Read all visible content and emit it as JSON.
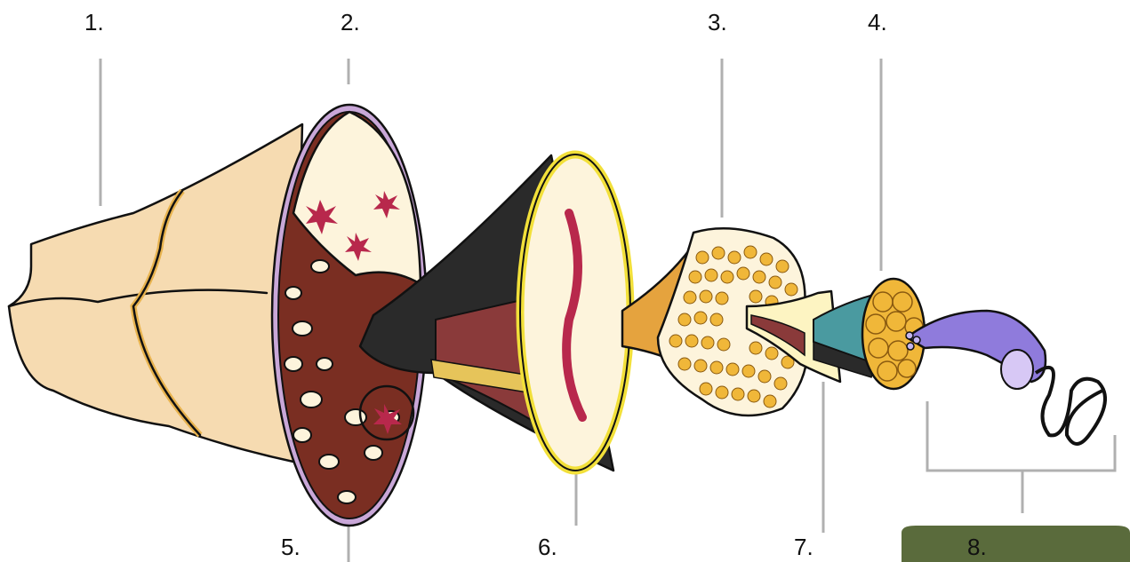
{
  "labels": {
    "l1": "1.",
    "l2": "2.",
    "l3": "3.",
    "l4": "4.",
    "l5": "5.",
    "l6": "6.",
    "l7": "7.",
    "l8": "8."
  },
  "colors": {
    "bone": "#f6dbb1",
    "bone_band": "#e8b34e",
    "marrow": "#7a2e22",
    "spongy": "#fdf4dc",
    "star": "#b8284c",
    "dark_layer": "#2a2a2a",
    "yellow_rim": "#f2e03a",
    "orange": "#e5a33e",
    "gold_dots": "#f0b739",
    "teal": "#4a9aa0",
    "purple": "#8f7bdc",
    "green_bar": "#5a6b3c"
  }
}
